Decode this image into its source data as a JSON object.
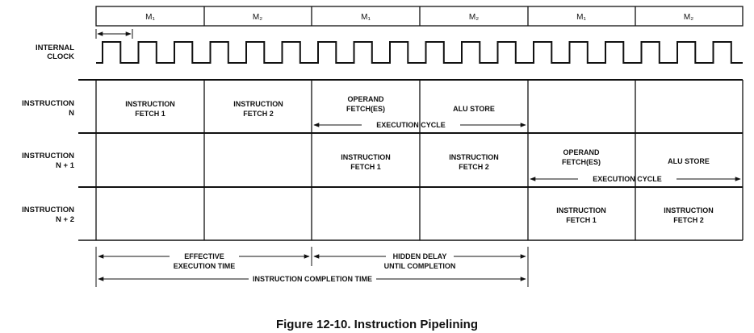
{
  "machine_cycles": [
    "M₁",
    "M₂",
    "M₁",
    "M₂",
    "M₁",
    "M₂"
  ],
  "labels": {
    "internal_clock": [
      "INTERNAL",
      "CLOCK"
    ],
    "instruction_n": [
      "INSTRUCTION",
      "N"
    ],
    "instruction_n1": [
      "INSTRUCTION",
      "N + 1"
    ],
    "instruction_n2": [
      "INSTRUCTION",
      "N + 2"
    ]
  },
  "rows": {
    "n": [
      [
        "INSTRUCTION",
        "FETCH 1"
      ],
      [
        "INSTRUCTION",
        "FETCH 2"
      ],
      [
        "OPERAND",
        "FETCH(ES)"
      ],
      [
        "ALU STORE"
      ],
      [],
      []
    ],
    "n1": [
      [],
      [],
      [
        "INSTRUCTION",
        "FETCH 1"
      ],
      [
        "INSTRUCTION",
        "FETCH 2"
      ],
      [
        "OPERAND",
        "FETCH(ES)"
      ],
      [
        "ALU STORE"
      ]
    ],
    "n2": [
      [],
      [],
      [],
      [],
      [
        "INSTRUCTION",
        "FETCH 1"
      ],
      [
        "INSTRUCTION",
        "FETCH 2"
      ]
    ]
  },
  "execution_cycle": "EXECUTION CYCLE",
  "timing": {
    "effective": [
      "EFFECTIVE",
      "EXECUTION TIME"
    ],
    "hidden": [
      "HIDDEN DELAY",
      "UNTIL COMPLETION"
    ],
    "completion": "INSTRUCTION COMPLETION TIME"
  },
  "caption": "Figure 12-10. Instruction Pipelining"
}
